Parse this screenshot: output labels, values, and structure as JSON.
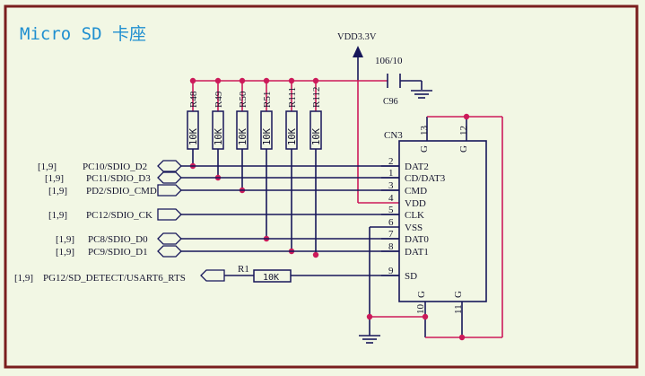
{
  "title": "Micro SD 卡座",
  "power_label": "VDD3.3V",
  "capacitor": {
    "value": "106/10",
    "designator": "C96"
  },
  "resistor_value": "10K",
  "pullups": [
    "R48",
    "R49",
    "R50",
    "R51",
    "R111",
    "R112"
  ],
  "r1": {
    "designator": "R1",
    "value": "10K"
  },
  "connector": {
    "designator": "CN3",
    "gnd_pin_label": "G",
    "top_pins": [
      "13",
      "12"
    ],
    "bottom_pins": [
      "10",
      "11"
    ],
    "pins": [
      {
        "num": "2",
        "name": "DAT2"
      },
      {
        "num": "1",
        "name": "CD/DAT3"
      },
      {
        "num": "3",
        "name": "CMD"
      },
      {
        "num": "4",
        "name": "VDD"
      },
      {
        "num": "5",
        "name": "CLK"
      },
      {
        "num": "6",
        "name": "VSS"
      },
      {
        "num": "7",
        "name": "DAT0"
      },
      {
        "num": "8",
        "name": "DAT1"
      },
      {
        "num": "9",
        "name": "SD"
      }
    ]
  },
  "nets": [
    {
      "ref": "[1,9]",
      "name": "PC10/SDIO_D2"
    },
    {
      "ref": "[1,9]",
      "name": "PC11/SDIO_D3"
    },
    {
      "ref": "[1,9]",
      "name": "PD2/SDIO_CMD"
    },
    {
      "ref": "[1,9]",
      "name": "PC12/SDIO_CK"
    },
    {
      "ref": "[1,9]",
      "name": "PC8/SDIO_D0"
    },
    {
      "ref": "[1,9]",
      "name": "PC9/SDIO_D1"
    },
    {
      "ref": "[1,9]",
      "name": "PG12/SD_DETECT/USART6_RTS"
    }
  ]
}
